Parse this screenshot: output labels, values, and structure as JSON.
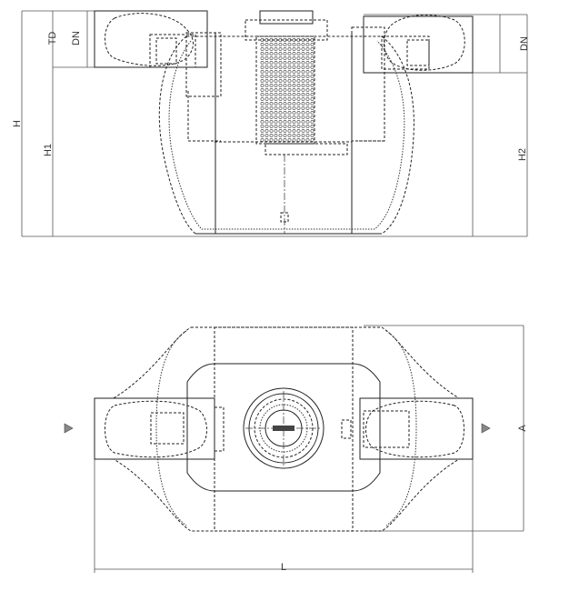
{
  "side_view": {
    "label_td": "TD",
    "label_dn_left": "DN",
    "label_dn_right": "DN",
    "label_h": "H",
    "label_h1": "H1",
    "label_h2": "H2"
  },
  "top_view": {
    "label_a": "A",
    "label_l": "L"
  }
}
